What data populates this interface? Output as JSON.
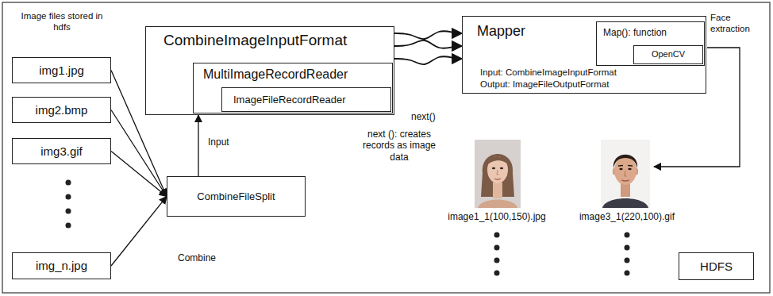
{
  "diagram": {
    "nodes": [
      {
        "text": [
          "img1.jpg"
        ]
      },
      {
        "text": [
          "img2.bmp"
        ]
      },
      {
        "text": [
          "img3.gif"
        ]
      },
      {
        "text": [
          "img_n.jpg"
        ]
      },
      {
        "text": [
          "CombineImageInputFormat"
        ]
      },
      {
        "text": [
          "MultiImageRecordReader"
        ],
        "in": 4
      },
      {
        "text": [
          "ImageFileRecordReader"
        ],
        "in": 5
      },
      {
        "text": [
          "CombineFileSplit"
        ]
      },
      {
        "text": [
          "Mapper",
          "Input: CombineImageInputFormat",
          "Output: ImageFileOutputFormat"
        ]
      },
      {
        "text": [
          "Map(): function"
        ],
        "in": 8
      },
      {
        "text": [
          "OpenCV"
        ],
        "in": 9
      },
      {
        "text": [
          "HDFS"
        ]
      }
    ],
    "edges": [
      {
        "from": 0,
        "to": 7,
        "arrow": "to"
      },
      {
        "from": 1,
        "to": 7,
        "arrow": "to"
      },
      {
        "from": 2,
        "to": 7,
        "arrow": "to"
      },
      {
        "from": 3,
        "to": 7,
        "arrow": "to"
      },
      {
        "from": 7,
        "to": 4,
        "label": "Input",
        "arrow": "to"
      },
      {
        "from": 4,
        "to": 8,
        "arrow": "to"
      },
      {
        "from": 4,
        "to": 8,
        "arrow": "to"
      },
      {
        "from": 4,
        "to": 8,
        "arrow": "to"
      }
    ],
    "labels": [
      "Image files stored in hdfs",
      "Combine",
      "next()",
      "next (): creates records as image data",
      "Face extraction",
      "image1_1(100,150).jpg",
      "image3_1(220,100).gif"
    ]
  }
}
